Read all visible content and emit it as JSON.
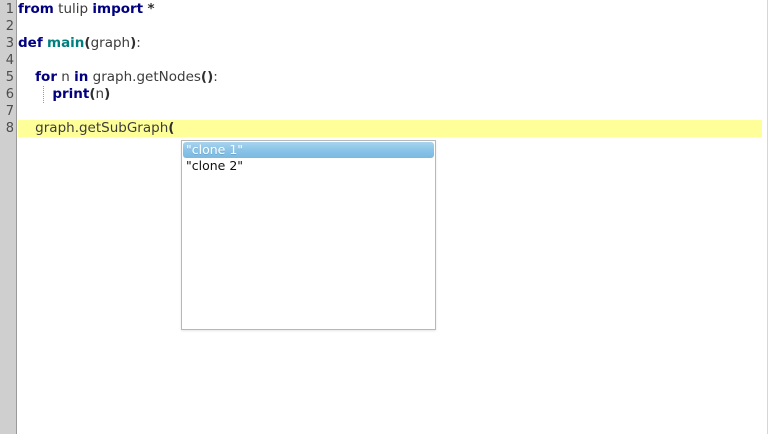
{
  "editor": {
    "gutter": {
      "line_numbers": [
        "1",
        "2",
        "3",
        "4",
        "5",
        "6",
        "7",
        "8"
      ]
    },
    "current_line": 8,
    "lines": [
      {
        "number": "1",
        "tokens": [
          {
            "text": "from",
            "type": "keyword"
          },
          {
            "text": " ",
            "type": "plain"
          },
          {
            "text": "tulip",
            "type": "plain"
          },
          {
            "text": " ",
            "type": "plain"
          },
          {
            "text": "import",
            "type": "keyword"
          },
          {
            "text": " ",
            "type": "plain"
          },
          {
            "text": "*",
            "type": "op"
          }
        ]
      },
      {
        "number": "2",
        "tokens": []
      },
      {
        "number": "3",
        "tokens": [
          {
            "text": "def",
            "type": "keyword"
          },
          {
            "text": " ",
            "type": "plain"
          },
          {
            "text": "main",
            "type": "func"
          },
          {
            "text": "(",
            "type": "punct"
          },
          {
            "text": "graph",
            "type": "plain"
          },
          {
            "text": ")",
            "type": "punct"
          },
          {
            "text": ":",
            "type": "plain"
          }
        ]
      },
      {
        "number": "4",
        "tokens": []
      },
      {
        "number": "5",
        "tokens": [
          {
            "text": "    ",
            "type": "plain"
          },
          {
            "text": "for",
            "type": "keyword"
          },
          {
            "text": " n ",
            "type": "plain"
          },
          {
            "text": "in",
            "type": "keyword"
          },
          {
            "text": " graph.getNodes",
            "type": "plain"
          },
          {
            "text": "()",
            "type": "punct"
          },
          {
            "text": ":",
            "type": "plain"
          }
        ]
      },
      {
        "number": "6",
        "tokens": [
          {
            "text": "        ",
            "type": "plain"
          },
          {
            "text": "print",
            "type": "keyword"
          },
          {
            "text": "(",
            "type": "punct"
          },
          {
            "text": "n",
            "type": "plain"
          },
          {
            "text": ")",
            "type": "punct"
          }
        ]
      },
      {
        "number": "7",
        "tokens": []
      },
      {
        "number": "8",
        "tokens": [
          {
            "text": "    ",
            "type": "plain"
          },
          {
            "text": "graph.getSubGraph",
            "type": "plain"
          },
          {
            "text": "(",
            "type": "punct"
          }
        ]
      }
    ],
    "plain_text": "from tulip import *\n\ndef main(graph):\n\n    for n in graph.getNodes():\n        print(n)\n\n    graph.getSubGraph("
  },
  "autocomplete": {
    "visible": true,
    "selected_index": 0,
    "items": [
      {
        "label": "\"clone 1\"",
        "selected": true
      },
      {
        "label": "\"clone 2\"",
        "selected": false
      }
    ]
  },
  "colors": {
    "gutter_background": "#cfcfcf",
    "gutter_text": "#4d4d4d",
    "editor_background": "#ffffff",
    "current_line_highlight": "#ffff99",
    "keyword": "#000080",
    "function_name": "#007f7f",
    "punctuation": "#2f2f2f",
    "plain_text": "#3c3c3c",
    "popup_border": "#b8b8b8",
    "popup_background": "#ffffff",
    "selection_background": "#8ac4e8",
    "selection_text": "#ffffff"
  }
}
